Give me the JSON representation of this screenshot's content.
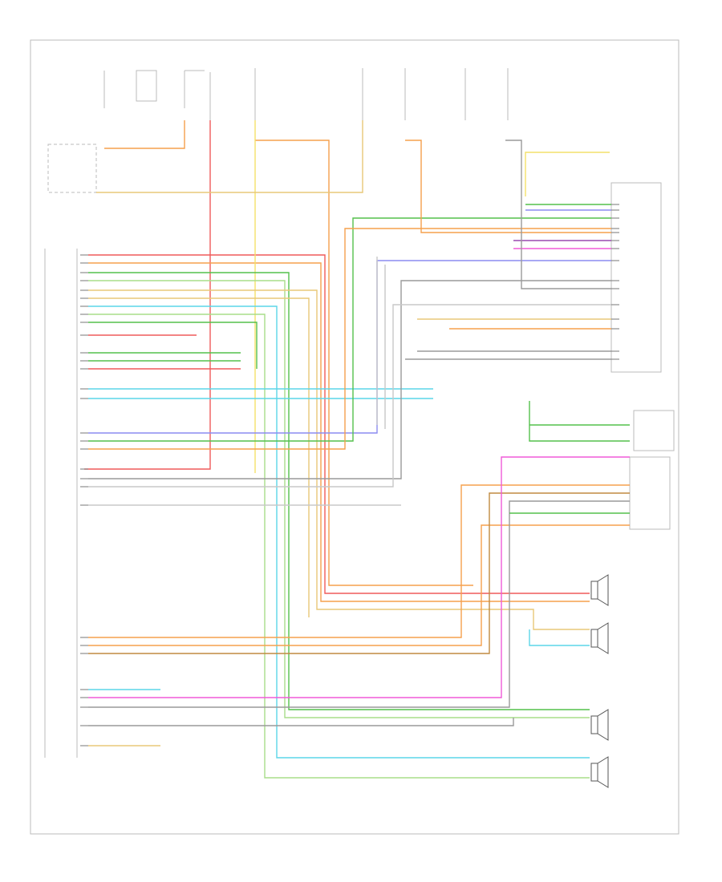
{
  "diagram": {
    "title": "",
    "footer_code": "",
    "wire_colors": {
      "red": "#ef5a5a",
      "orange": "#f6a04d",
      "yellow": "#f4e06a",
      "green": "#54c04c",
      "lightgreen": "#a8dd8a",
      "cyan": "#5cd6e8",
      "blue": "#8c8cf0",
      "purple": "#9a4ab0",
      "pink": "#f05ad8",
      "brown": "#c08a40",
      "tan": "#e8c878",
      "gray": "#9a9a9a",
      "lightgray": "#c8c8c8"
    },
    "blocks": [
      {
        "id": "radio-module",
        "label": ""
      },
      {
        "id": "amplifier",
        "label": ""
      },
      {
        "id": "cd-changer",
        "label": ""
      },
      {
        "id": "antenna",
        "label": ""
      }
    ],
    "speakers": [
      {
        "id": "right-front-speaker",
        "label": ""
      },
      {
        "id": "left-front-speaker",
        "label": ""
      },
      {
        "id": "right-rear-speaker",
        "label": ""
      },
      {
        "id": "left-rear-speaker",
        "label": ""
      }
    ]
  }
}
